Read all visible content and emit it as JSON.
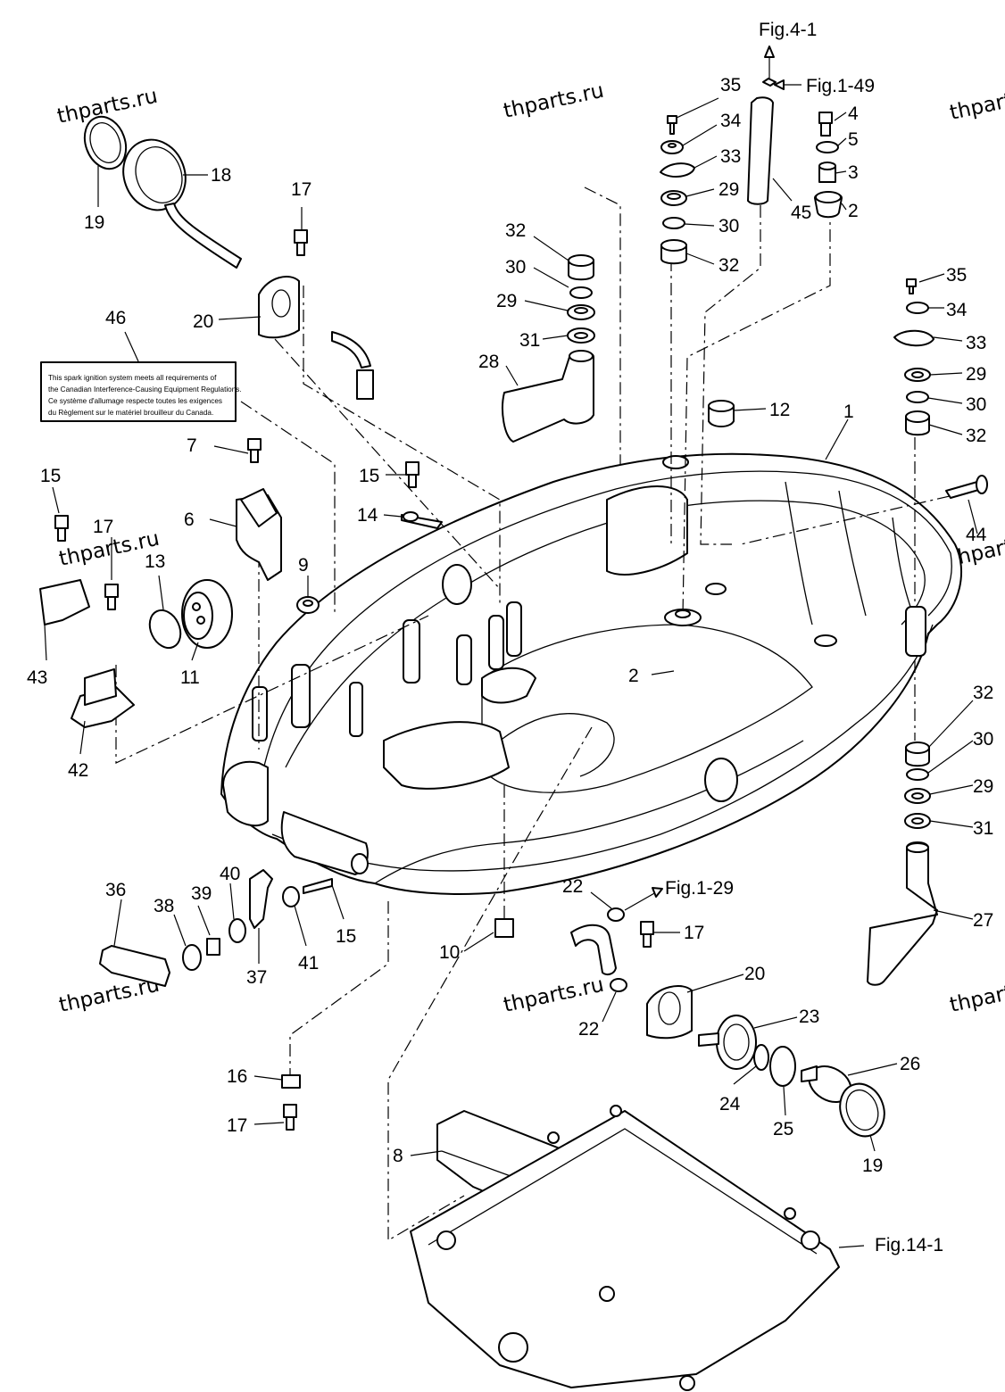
{
  "watermark": "thparts.ru",
  "references": {
    "fig_4_1": "Fig.4-1",
    "fig_1_49": "Fig.1-49",
    "fig_1_29": "Fig.1-29",
    "fig_14_1": "Fig.14-1"
  },
  "label_46_lines": [
    "This spark ignition system meets all requirements of",
    "the Canadian Interference-Causing Equipment Regulations.",
    "Ce système d'allumage respecte toutes les exigences",
    "du Règlement sur le matériel brouilleur du Canada."
  ],
  "callouts": {
    "c1": "1",
    "c2a": "2",
    "c2b": "2",
    "c3": "3",
    "c4": "4",
    "c5": "5",
    "c6": "6",
    "c7": "7",
    "c8": "8",
    "c9": "9",
    "c10": "10",
    "c11": "11",
    "c12": "12",
    "c13": "13",
    "c14": "14",
    "c15a": "15",
    "c15b": "15",
    "c15c": "15",
    "c16": "16",
    "c17a": "17",
    "c17b": "17",
    "c17c": "17",
    "c17d": "17",
    "c18": "18",
    "c19a": "19",
    "c19b": "19",
    "c20a": "20",
    "c20b": "20",
    "c22a": "22",
    "c22b": "22",
    "c23": "23",
    "c24": "24",
    "c25": "25",
    "c26": "26",
    "c27": "27",
    "c28": "28",
    "c29a": "29",
    "c29b": "29",
    "c29c": "29",
    "c29d": "29",
    "c30a": "30",
    "c30b": "30",
    "c30c": "30",
    "c30d": "30",
    "c31a": "31",
    "c31b": "31",
    "c32a": "32",
    "c32b": "32",
    "c32c": "32",
    "c32d": "32",
    "c33a": "33",
    "c33b": "33",
    "c34a": "34",
    "c34b": "34",
    "c35a": "35",
    "c35b": "35",
    "c36": "36",
    "c37": "37",
    "c38": "38",
    "c39": "39",
    "c40": "40",
    "c41": "41",
    "c42": "42",
    "c43": "43",
    "c44": "44",
    "c45": "45",
    "c46": "46"
  }
}
